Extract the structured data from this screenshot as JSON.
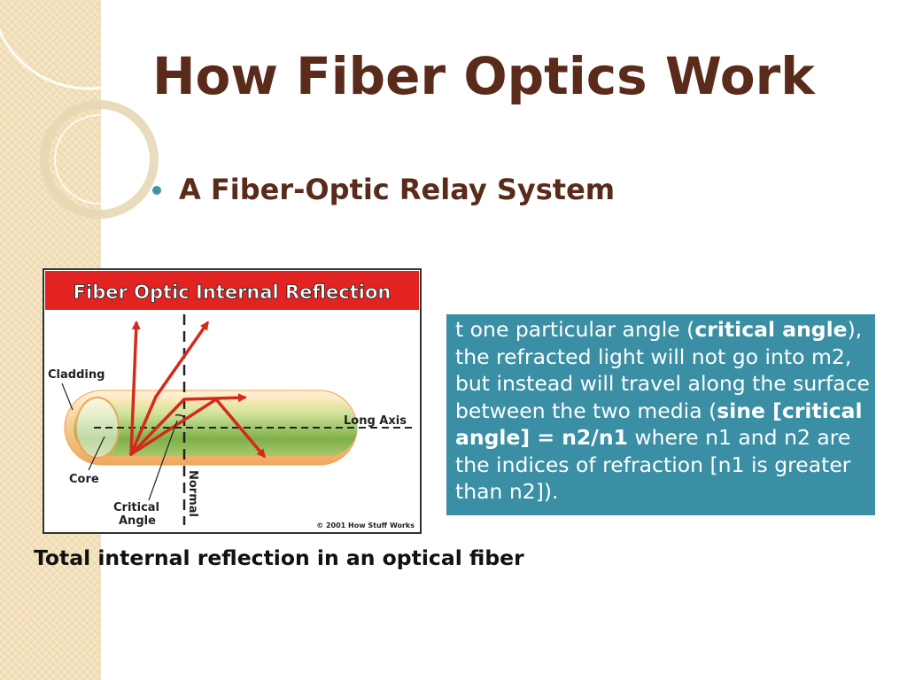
{
  "slide": {
    "title": "How Fiber Optics Work",
    "bullet": "A Fiber-Optic Relay System",
    "caption": "Total internal reflection in an optical fiber"
  },
  "figure": {
    "header": "Fiber Optic Internal Reflection",
    "labels": {
      "cladding": "Cladding",
      "core": "Core",
      "long_axis": "Long Axis",
      "normal": "Normal",
      "critical": "Critical",
      "angle": "Angle",
      "copyright": "© 2001 How Stuff Works"
    }
  },
  "callout": {
    "segments": [
      {
        "text": "t one particular angle (",
        "bold": false
      },
      {
        "text": "critical angle",
        "bold": true
      },
      {
        "text": "), the refracted light will not go into m2, but instead will travel along the surface between the two media (",
        "bold": false
      },
      {
        "text": "sine [critical angle] = n2/n1",
        "bold": true
      },
      {
        "text": " where n1 and n2 are the indices of refraction [n1 is greater than n2]).",
        "bold": false
      }
    ]
  },
  "colors": {
    "title": "#5a2a1a",
    "bullet": "#3d95a8",
    "callout_bg": "#3a8fa4",
    "figure_header": "#e02020",
    "arrows": "#d42a1a"
  }
}
